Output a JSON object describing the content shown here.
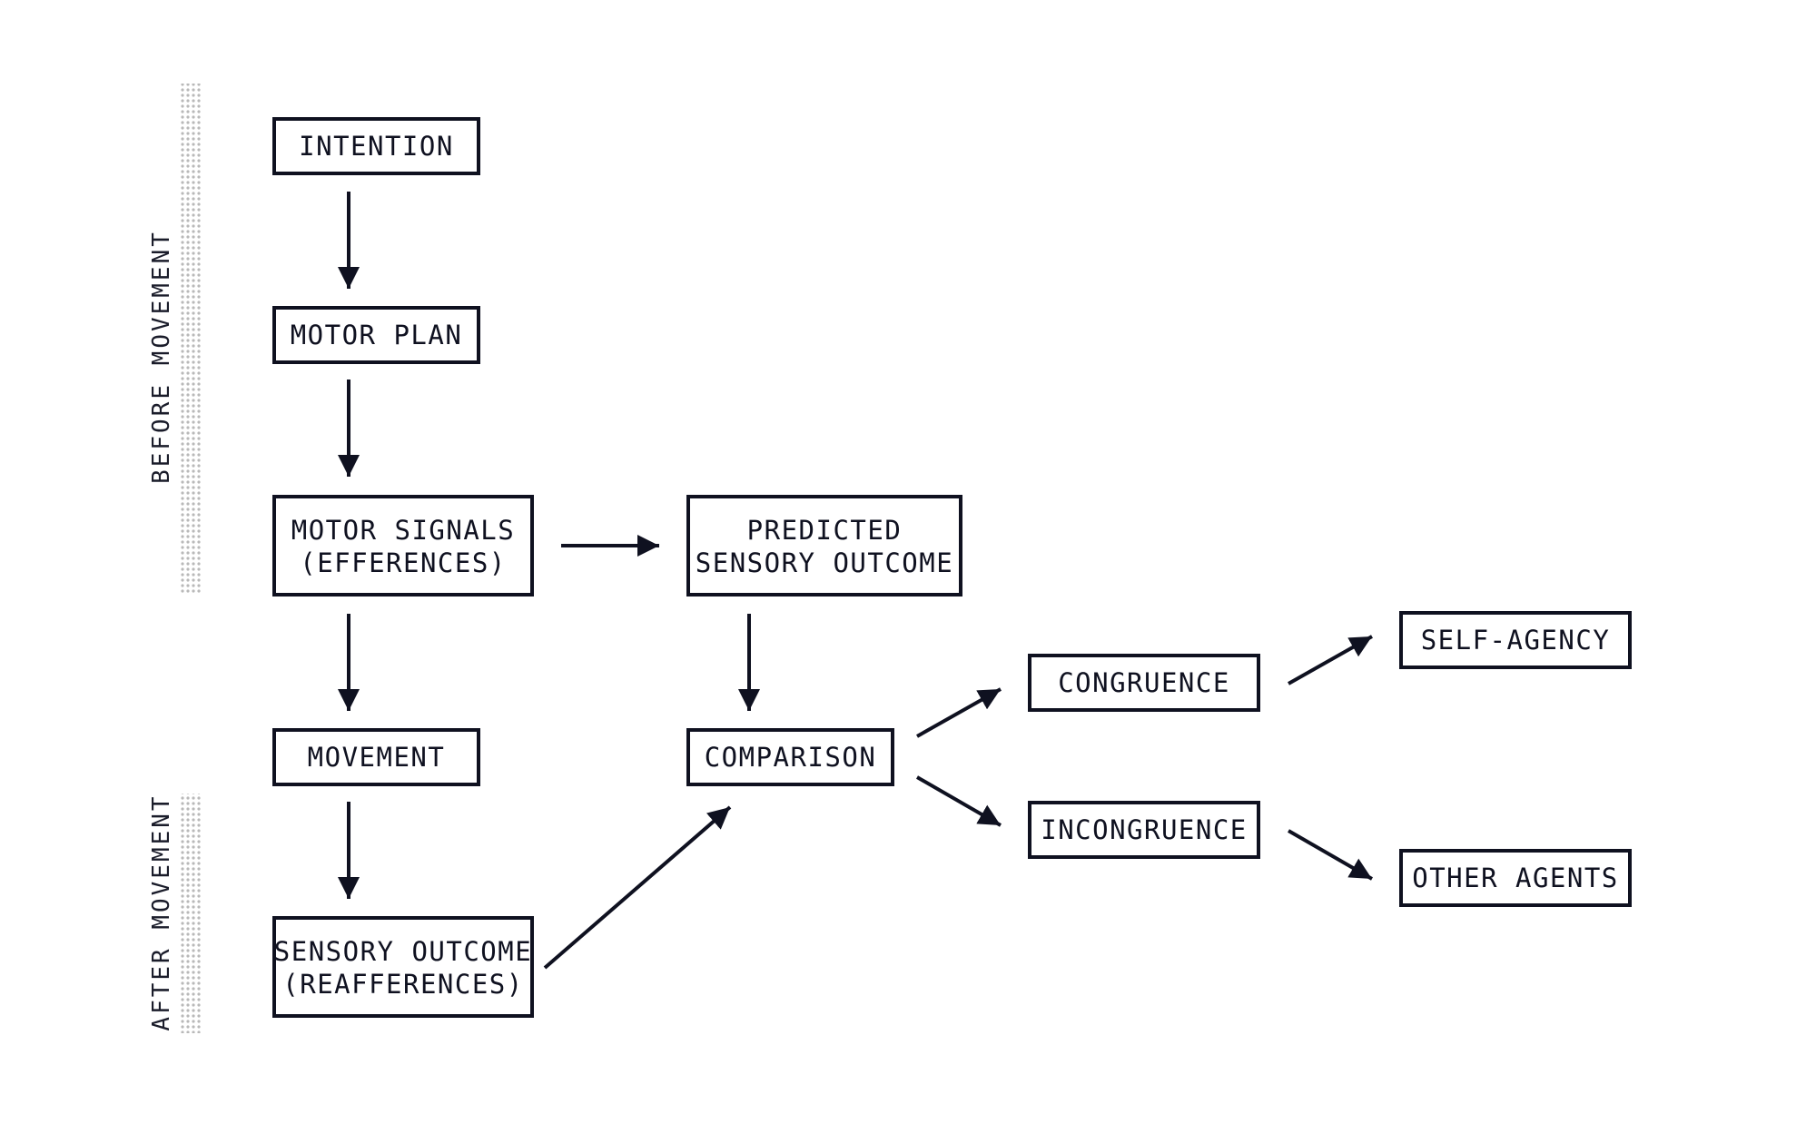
{
  "colors": {
    "ink": "#0f1120",
    "background": "#ffffff",
    "phase_bar_dots": "#b9b9b9"
  },
  "phases": {
    "before": "BEFORE MOVEMENT",
    "after": "AFTER MOVEMENT"
  },
  "nodes": {
    "intention": [
      "INTENTION"
    ],
    "motor_plan": [
      "MOTOR PLAN"
    ],
    "motor_signals": [
      "MOTOR SIGNALS",
      "(EFFERENCES)"
    ],
    "predicted": [
      "PREDICTED",
      "SENSORY OUTCOME"
    ],
    "movement": [
      "MOVEMENT"
    ],
    "comparison": [
      "COMPARISON"
    ],
    "sensory_outcome": [
      "SENSORY OUTCOME",
      "(REAFFERENCES)"
    ],
    "congruence": [
      "CONGRUENCE"
    ],
    "incongruence": [
      "INCONGRUENCE"
    ],
    "self_agency": [
      "SELF-AGENCY"
    ],
    "other_agents": [
      "OTHER AGENTS"
    ]
  },
  "edges": [
    {
      "from": "intention",
      "to": "motor_plan"
    },
    {
      "from": "motor_plan",
      "to": "motor_signals"
    },
    {
      "from": "motor_signals",
      "to": "predicted"
    },
    {
      "from": "motor_signals",
      "to": "movement"
    },
    {
      "from": "predicted",
      "to": "comparison"
    },
    {
      "from": "movement",
      "to": "sensory_outcome"
    },
    {
      "from": "sensory_outcome",
      "to": "comparison"
    },
    {
      "from": "comparison",
      "to": "congruence"
    },
    {
      "from": "comparison",
      "to": "incongruence"
    },
    {
      "from": "congruence",
      "to": "self_agency"
    },
    {
      "from": "incongruence",
      "to": "other_agents"
    }
  ]
}
